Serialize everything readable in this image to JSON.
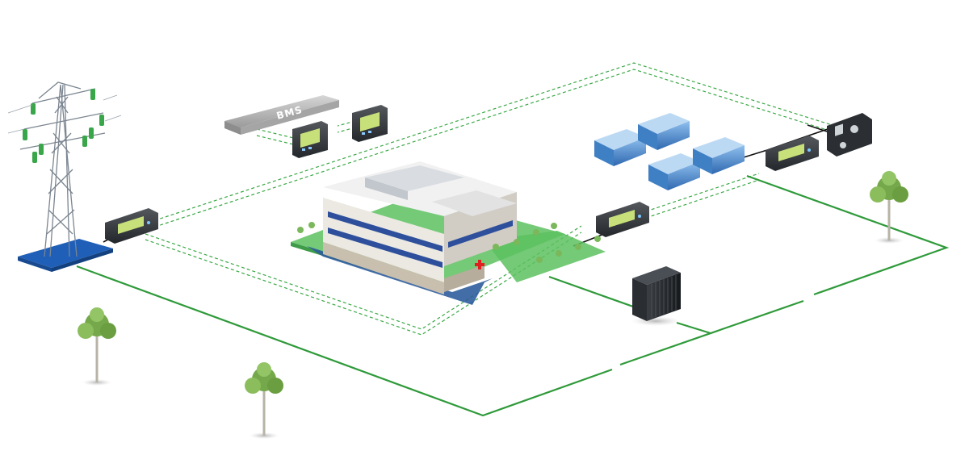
{
  "diagram": {
    "bms_label": "BMS",
    "colors": {
      "power_line": "#2f9a3a",
      "comm_line": "#3aa845",
      "ground_green": "#5cc15f",
      "grid_base": "#1f5fb8",
      "building_window": "#2e4f9c",
      "controller_body": "#3a3f44",
      "controller_screen": "#c8e07a",
      "genset_blue": "#3f7fc4"
    },
    "nodes": [
      {
        "name": "utility-grid-pylon",
        "icon": "power-pylon-icon"
      },
      {
        "name": "bms-unit",
        "icon": "bms-server-icon"
      },
      {
        "name": "hospital-building",
        "icon": "hospital-icon"
      },
      {
        "name": "genset-group",
        "icon": "generator-icon"
      },
      {
        "name": "transformer",
        "icon": "transformer-icon"
      }
    ]
  }
}
